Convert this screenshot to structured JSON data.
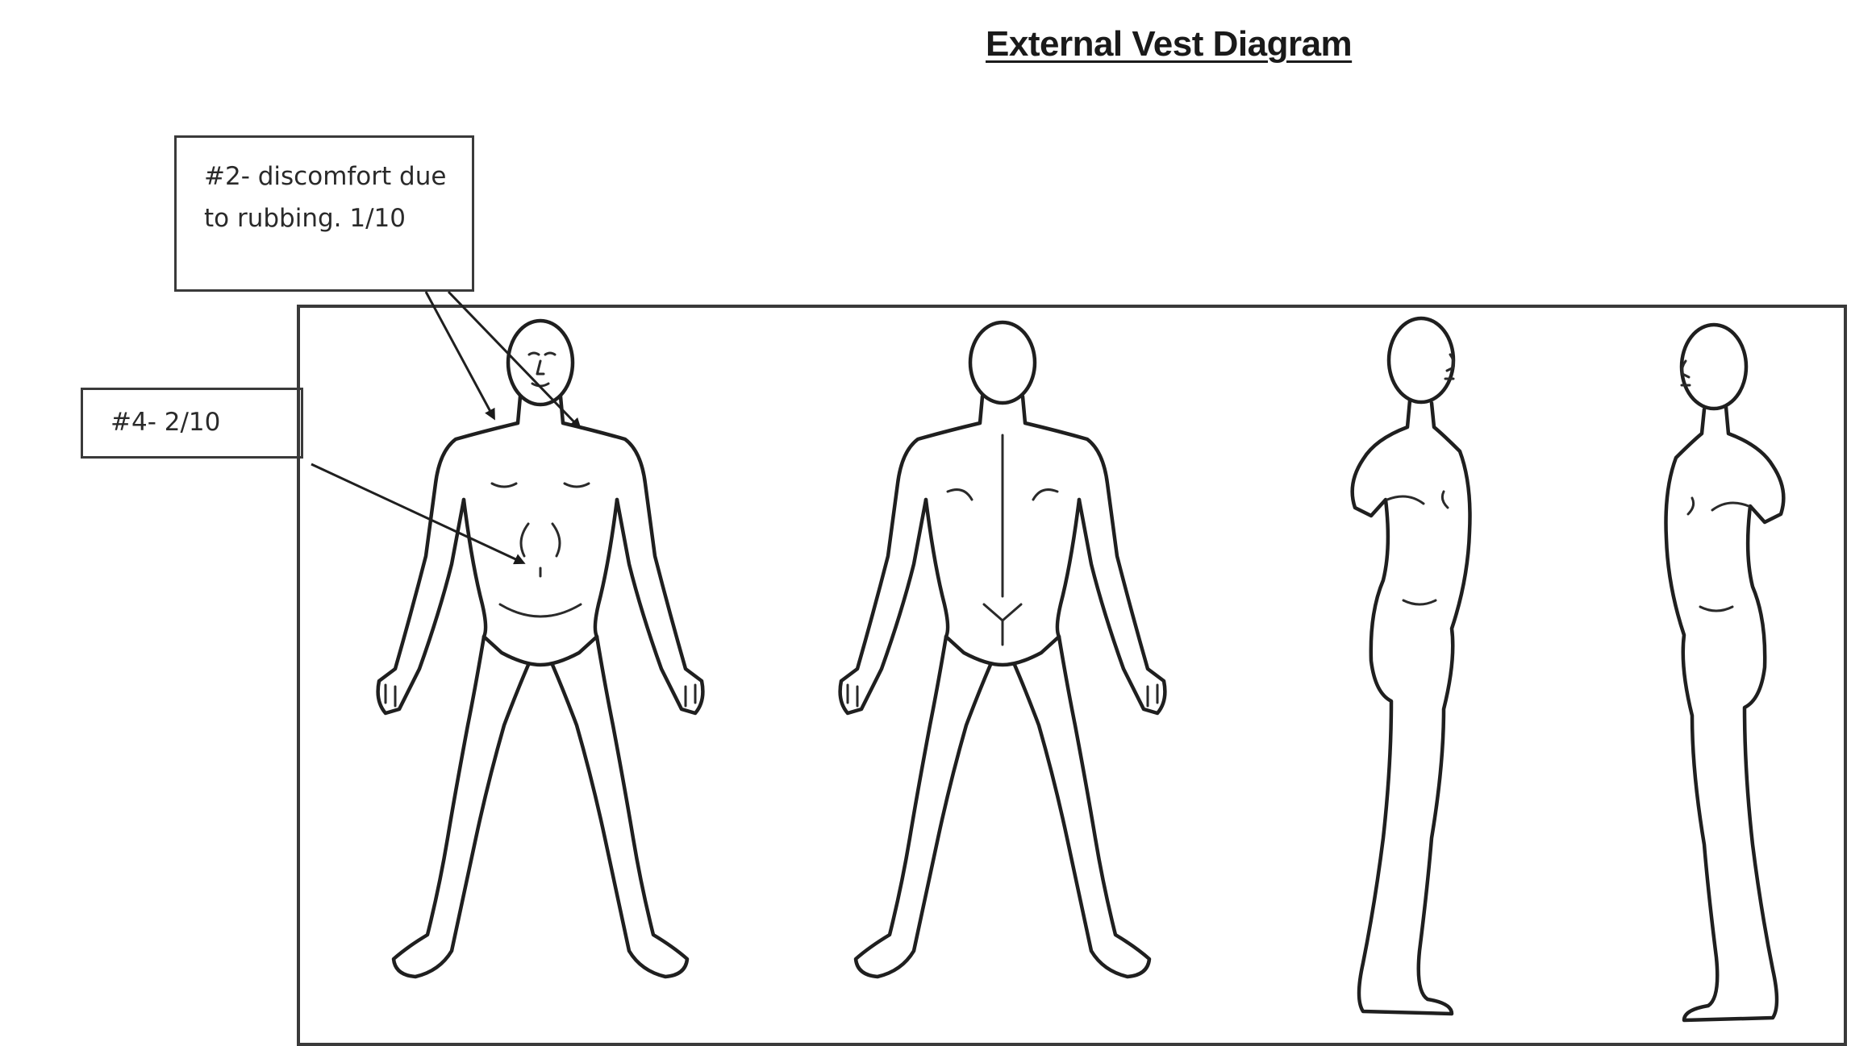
{
  "title": "External Vest Diagram",
  "callouts": {
    "note_2": {
      "line1": "#2- discomfort due",
      "line2": "to rubbing. 1/10"
    },
    "note_4": {
      "label": "#4- 2/10"
    }
  },
  "figures": [
    "front-view",
    "back-view",
    "right-side-view",
    "left-side-view"
  ]
}
